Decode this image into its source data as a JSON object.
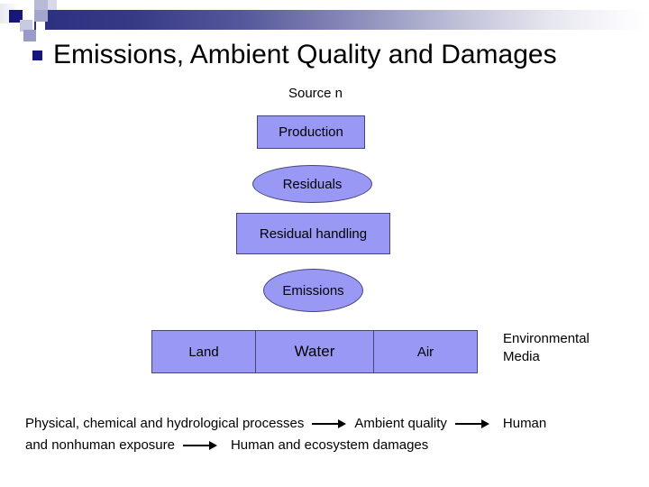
{
  "slide": {
    "title": "Emissions, Ambient Quality and Damages",
    "bullet_glyph": "square-bullet"
  },
  "colors": {
    "node_fill": "#9999F5",
    "node_border": "#45457A",
    "header_gradient_start": "#2B2F7E",
    "header_gradient_end": "#FFFFFF",
    "bullet": "#17177A",
    "text": "#000000"
  },
  "diagram": {
    "source_label": "Source n",
    "nodes": [
      {
        "id": "production",
        "label": "Production",
        "shape": "rectangle"
      },
      {
        "id": "residuals",
        "label": "Residuals",
        "shape": "ellipse"
      },
      {
        "id": "residual_handling",
        "label": "Residual handling",
        "shape": "rectangle"
      },
      {
        "id": "emissions",
        "label": "Emissions",
        "shape": "ellipse"
      }
    ],
    "media": {
      "caption": "Environmental Media",
      "caption_line1": "Environmental",
      "caption_line2": "Media",
      "items": [
        {
          "id": "land",
          "label": "Land"
        },
        {
          "id": "water",
          "label": "Water"
        },
        {
          "id": "air",
          "label": "Air"
        }
      ]
    }
  },
  "flow": {
    "line1": {
      "segment1": "Physical, chemical and hydrological processes",
      "segment2": "Ambient quality",
      "segment3": "Human"
    },
    "line2": {
      "segment1": "and nonhuman exposure",
      "segment2": "Human and ecosystem damages"
    }
  }
}
